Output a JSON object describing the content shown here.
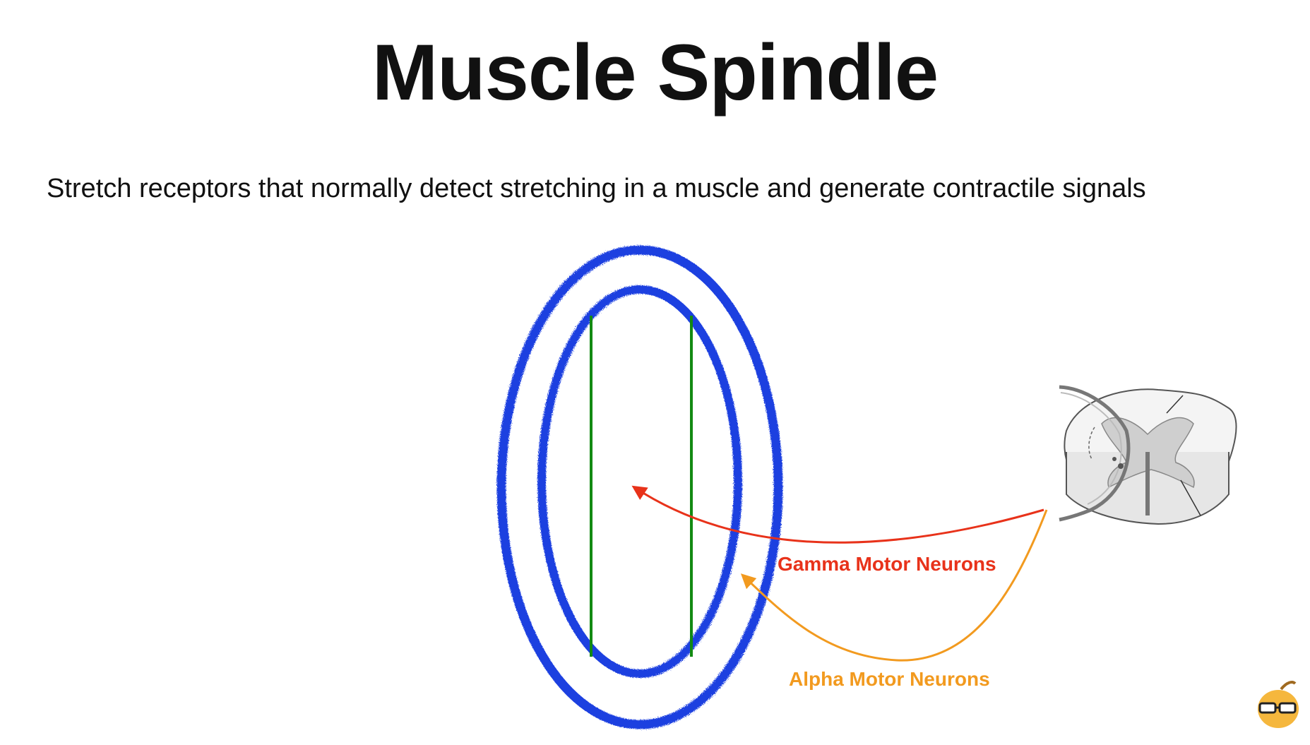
{
  "slide": {
    "title": "Muscle Spindle",
    "subtitle": "Stretch receptors that normally detect stretching in a muscle and generate contractile signals"
  },
  "diagram": {
    "labels": {
      "gamma": "Gamma Motor Neurons",
      "alpha": "Alpha Motor Neurons"
    },
    "colors": {
      "capsule": "#1f3fe0",
      "fibers": "#138a13",
      "gamma": "#e8321a",
      "alpha": "#f29a1f"
    },
    "icons": [
      "spinal-cord-cross-section-icon",
      "mascot-apple-glasses-icon"
    ]
  }
}
